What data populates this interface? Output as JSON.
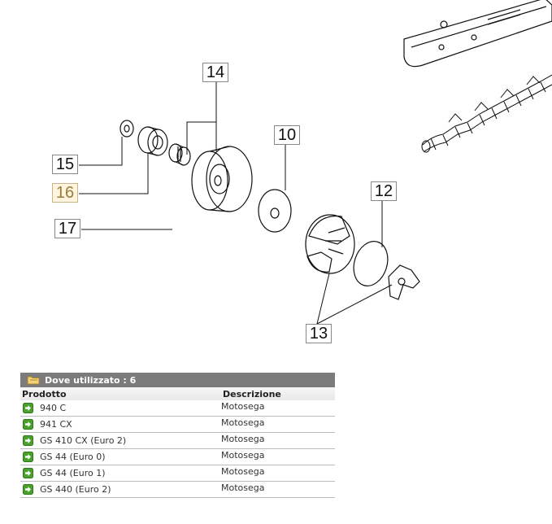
{
  "diagram": {
    "callouts": [
      "14",
      "10",
      "15",
      "16",
      "17",
      "12",
      "13"
    ],
    "highlighted_callout": "16"
  },
  "usage": {
    "title": "Dove utilizzato : 6",
    "columns": [
      "Prodotto",
      "Descrizione"
    ],
    "rows": [
      {
        "product": "940 C",
        "description": "Motosega"
      },
      {
        "product": "941 CX",
        "description": "Motosega"
      },
      {
        "product": "GS 410 CX (Euro 2)",
        "description": "Motosega"
      },
      {
        "product": "GS 44 (Euro 0)",
        "description": "Motosega"
      },
      {
        "product": "GS 44 (Euro 1)",
        "description": "Motosega"
      },
      {
        "product": "GS 440 (Euro 2)",
        "description": "Motosega"
      }
    ]
  },
  "colors": {
    "header_bg": "#7b7b7b",
    "arrow_green": "#4aa02c",
    "highlight": "#fff4de"
  },
  "icons": {
    "folder": "folder-icon",
    "row_arrow": "green-arrow-icon"
  }
}
